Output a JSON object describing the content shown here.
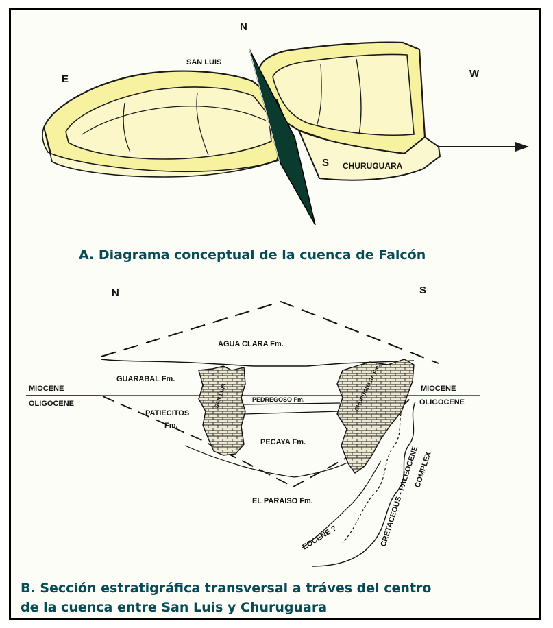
{
  "diagram_a": {
    "compass_e": "E",
    "compass_w": "W",
    "compass_n": "N",
    "compass_s": "S",
    "label_san_luis": "SAN LUIS",
    "label_churuguara": "CHURUGUARA",
    "caption": "A. Diagrama conceptual de la cuenca de Falcón"
  },
  "diagram_b": {
    "compass_n": "N",
    "compass_s": "S",
    "formations": {
      "agua_clara": "AGUA CLARA Fm.",
      "guarabal": "GUARABAL Fm.",
      "patiecitos": "PATIECITOS",
      "patiecitos_fm": "Fm.",
      "pedregoso": "PEDREGOSO Fm.",
      "pecaya": "PECAYA Fm.",
      "el_paraiso": "EL PARAISO Fm.",
      "san_luis": "SAN LUIS",
      "churuguara": "CHURUGUARA Fm."
    },
    "epochs": {
      "miocene_left": "MIOCENE",
      "oligocene_left": "OLIGOCENE",
      "miocene_right": "MIOCENE",
      "oligocene_right": "OLIGOCENE",
      "eocene": "EOCENE ?",
      "cretaceous": "CRETACEOUS - PALEOCENE",
      "complex": "COMPLEX"
    },
    "caption_line1": "B. Sección estratigráfica transversal a tráves del centro",
    "caption_line2": "de la cuenca entre San Luis y Churuguara"
  },
  "colors": {
    "basin_fill": "#f7f2a0",
    "basin_outline": "#1a1a1a",
    "plane_fill": "#0b3b2e",
    "caption_color": "#064b55",
    "reef_fill": "#e8e4cf"
  }
}
